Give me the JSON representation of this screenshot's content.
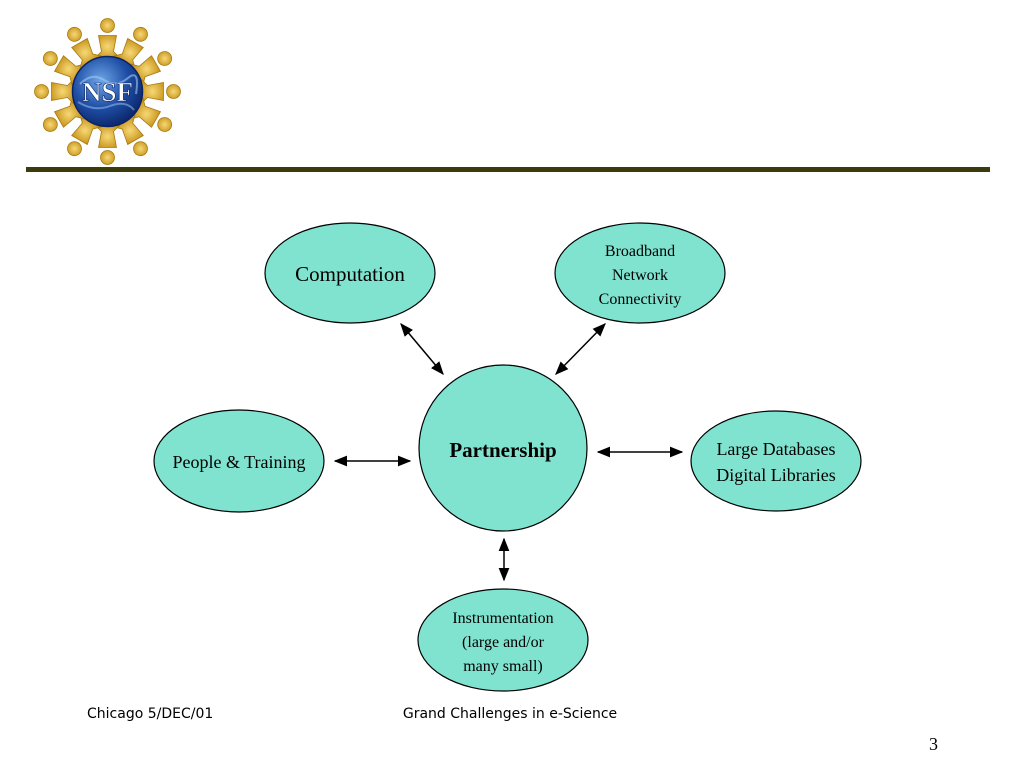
{
  "logo": {
    "text": "NSF"
  },
  "diagram": {
    "center": {
      "label": "Partnership"
    },
    "nodes": {
      "computation": [
        "Computation"
      ],
      "broadband": [
        "Broadband",
        "Network",
        "Connectivity"
      ],
      "people": [
        "People & Training"
      ],
      "databases": [
        "Large Databases",
        "Digital Libraries"
      ],
      "instrumentation": [
        "Instrumentation",
        "(large and/or",
        "many small)"
      ]
    },
    "colors": {
      "node_fill": "#80e3cf",
      "outline": "#000000",
      "rule": "#3b3b0c"
    }
  },
  "footer": {
    "left": "Chicago 5/DEC/01",
    "center": "Grand Challenges in e-Science",
    "page_number": "3"
  }
}
